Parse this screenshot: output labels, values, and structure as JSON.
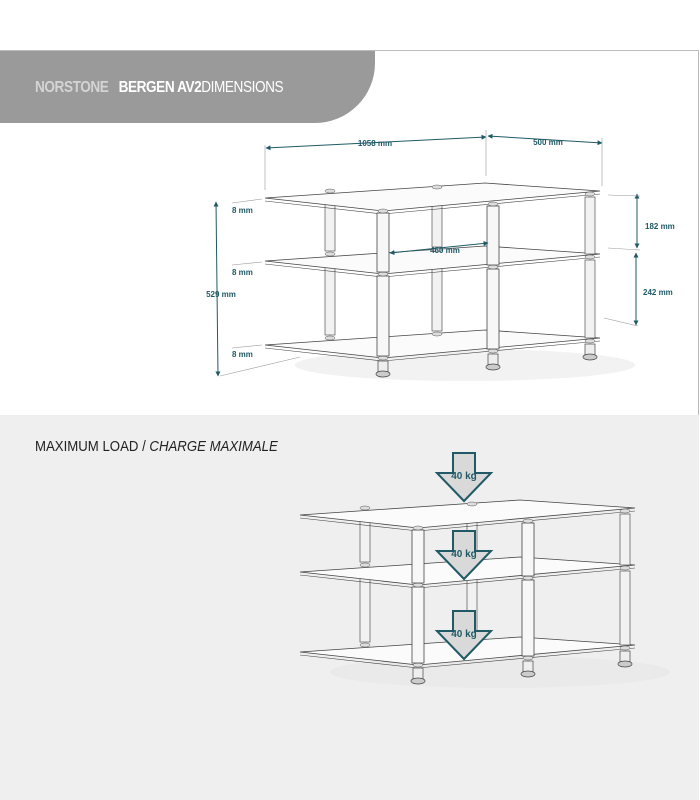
{
  "header": {
    "brand": "NORSTONE",
    "model": "BERGEN AV2",
    "title_suffix": "DIMENSIONS"
  },
  "dimensions": {
    "width": "1058 mm",
    "depth": "500 mm",
    "inner_width": "460 mm",
    "total_height": "529 mm",
    "upper_gap": "182 mm",
    "lower_gap": "242 mm",
    "shelf_thickness_top": "8 mm",
    "shelf_thickness_middle": "8 mm",
    "shelf_thickness_bottom": "8 mm"
  },
  "load": {
    "title_en": "MAXIMUM LOAD",
    "separator": "/",
    "title_fr": "CHARGE MAXIMALE",
    "shelves": [
      "40 kg",
      "40 kg",
      "40 kg"
    ]
  },
  "colors": {
    "accent": "#1f5a66",
    "header_bg": "#9a9a9a",
    "arrow_fill": "#d9d9d9",
    "section_bg": "#efefef"
  }
}
